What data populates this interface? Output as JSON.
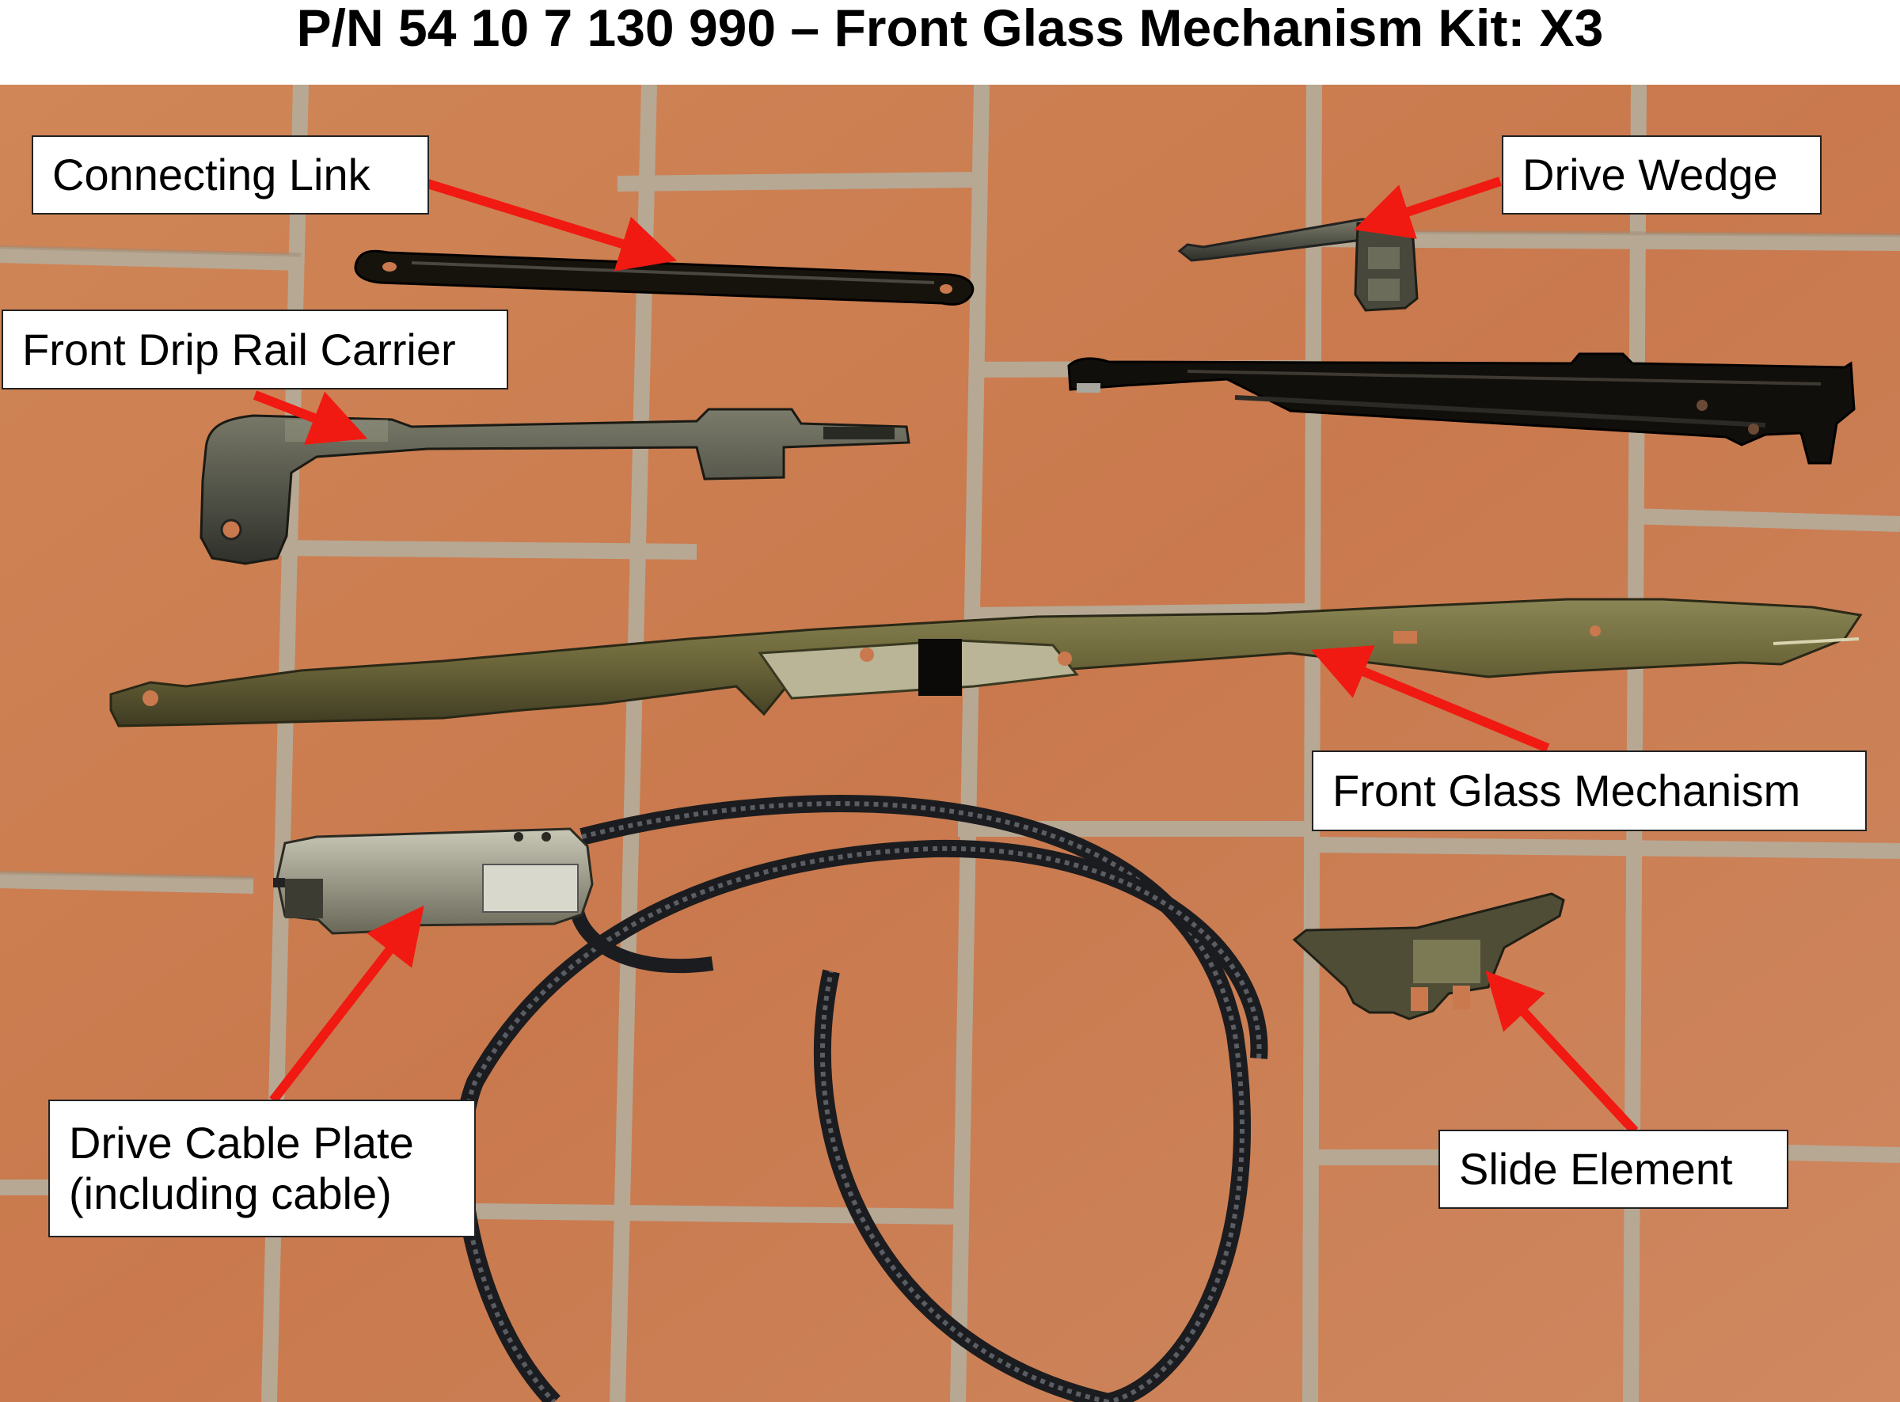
{
  "title": "P/N 54 10 7 130 990 – Front Glass Mechanism Kit: X3",
  "colors": {
    "tile": "#c9794d",
    "grout": "#b7a894",
    "arrow": "#f01a12",
    "metal_dark": "#17140f",
    "metal_olive": "#6f6a3e"
  },
  "labels": {
    "connecting_link": "Connecting Link",
    "drive_wedge": "Drive Wedge",
    "front_drip_rail_carrier": "Front Drip Rail Carrier",
    "front_glass_mechanism": "Front Glass Mechanism",
    "drive_cable_plate_line1": "Drive Cable Plate",
    "drive_cable_plate_line2": "(including cable)",
    "slide_element": "Slide Element"
  }
}
